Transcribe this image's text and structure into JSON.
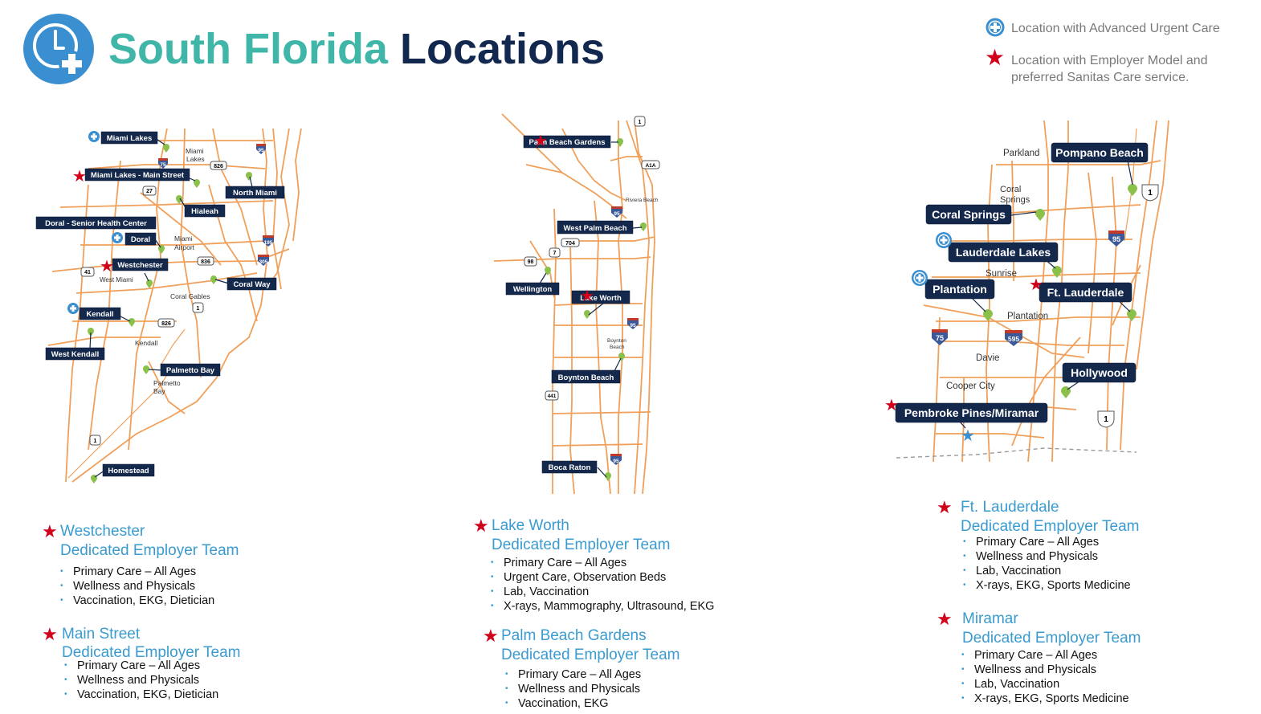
{
  "header": {
    "title_part1": "South Florida",
    "title_part2": "Locations"
  },
  "legend": {
    "urgent_care": "Location with Advanced Urgent Care",
    "employer_line1": "Location with Employer Model and",
    "employer_line2": "preferred Sanitas Care service."
  },
  "map_miami": {
    "labels": {
      "miami_lakes": "Miami Lakes",
      "miami_lakes_main": "Miami Lakes - Main Street",
      "north_miami": "North Miami",
      "hialeah": "Hialeah",
      "doral_senior": "Doral - Senior Health Center",
      "doral": "Doral",
      "westchester": "Westchester",
      "coral_way": "Coral Way",
      "kendall": "Kendall",
      "west_kendall": "West Kendall",
      "palmetto_bay": "Palmetto Bay",
      "homestead": "Homestead"
    },
    "towns": {
      "miami_lakes_1": "Miami",
      "miami_lakes_2": "Lakes",
      "miami_airport_1": "Miami",
      "miami_airport_2": "Airport",
      "west_miami": "West Miami",
      "coral_gables": "Coral Gables",
      "kendall": "Kendall",
      "palmetto_1": "Palmetto",
      "palmetto_2": "Bay"
    },
    "shields": {
      "i95": "95",
      "i75": "75",
      "r826a": "826",
      "r27": "27",
      "i195": "195",
      "r836": "836",
      "r41": "41",
      "i305": "305",
      "us1a": "1",
      "r826b": "826",
      "us1b": "1"
    }
  },
  "map_palm": {
    "labels": {
      "palm_beach_gardens": "Palm Beach Gardens",
      "west_palm_beach": "West Palm Beach",
      "wellington": "Wellington",
      "lake_worth": "Lake Worth",
      "boynton_beach": "Boynton Beach",
      "boca_raton": "Boca Raton"
    },
    "towns": {
      "riviera": "Riviera Beach",
      "boynton_1": "Boynton",
      "boynton_2": "Beach"
    },
    "shields": {
      "us1": "1",
      "a1a": "A1A",
      "i95a": "95",
      "r704": "704",
      "r7": "7",
      "r98": "98",
      "i95b": "95",
      "r441": "441",
      "i95c": "95"
    }
  },
  "map_broward": {
    "labels": {
      "pompano_beach": "Pompano Beach",
      "coral_springs": "Coral Springs",
      "lauderdale_lakes": "Lauderdale Lakes",
      "plantation": "Plantation",
      "ft_lauderdale": "Ft. Lauderdale",
      "hollywood": "Hollywood",
      "pembroke": "Pembroke Pines/Miramar"
    },
    "towns": {
      "parkland": "Parkland",
      "coral_springs_1": "Coral",
      "coral_springs_2": "Springs",
      "sunrise": "Sunrise",
      "plantation": "Plantation",
      "davie": "Davie",
      "cooper_city": "Cooper City"
    },
    "shields": {
      "us1a": "1",
      "i95": "95",
      "i75": "75",
      "i595": "595",
      "us1b": "1"
    }
  },
  "locations": {
    "westchester": {
      "name": "Westchester",
      "team": "Dedicated Employer Team",
      "services": [
        "Primary Care – All Ages",
        "Wellness and Physicals",
        "Vaccination, EKG, Dietician"
      ]
    },
    "main_street": {
      "name": "Main Street",
      "team": "Dedicated Employer Team",
      "services": [
        "Primary Care – All Ages",
        "Wellness and Physicals",
        "Vaccination, EKG, Dietician"
      ]
    },
    "lake_worth": {
      "name": "Lake Worth",
      "team": "Dedicated Employer Team",
      "services": [
        "Primary Care – All Ages",
        "Urgent Care, Observation Beds",
        "Lab, Vaccination",
        "X-rays, Mammography, Ultrasound, EKG"
      ]
    },
    "palm_beach_gardens": {
      "name": "Palm Beach Gardens",
      "team": "Dedicated Employer Team",
      "services": [
        "Primary Care – All Ages",
        "Wellness and Physicals",
        "Vaccination, EKG"
      ]
    },
    "ft_lauderdale": {
      "name": "Ft. Lauderdale",
      "team": "Dedicated Employer Team",
      "services": [
        "Primary Care – All Ages",
        "Wellness and Physicals",
        "Lab, Vaccination",
        "X-rays, EKG, Sports Medicine"
      ]
    },
    "miramar": {
      "name": "Miramar",
      "team": "Dedicated Employer Team",
      "services": [
        "Primary Care – All Ages",
        "Wellness and Physicals",
        "Lab, Vaccination",
        "X-rays, EKG, Sports Medicine"
      ]
    }
  },
  "colors": {
    "title_teal": "#3fb6a8",
    "title_navy": "#13284f",
    "logo_blue": "#3a8fd0",
    "label_box": "#14284b",
    "road_orange": "#f0a05a",
    "star_red": "#d0021b",
    "pin_green": "#8bc04a",
    "list_blue": "#3a9bd0"
  },
  "icons": {
    "logo": "clock-plus-icon",
    "urgent": "plus-circle-icon",
    "employer": "red-star-icon",
    "pin": "map-pin-icon"
  }
}
